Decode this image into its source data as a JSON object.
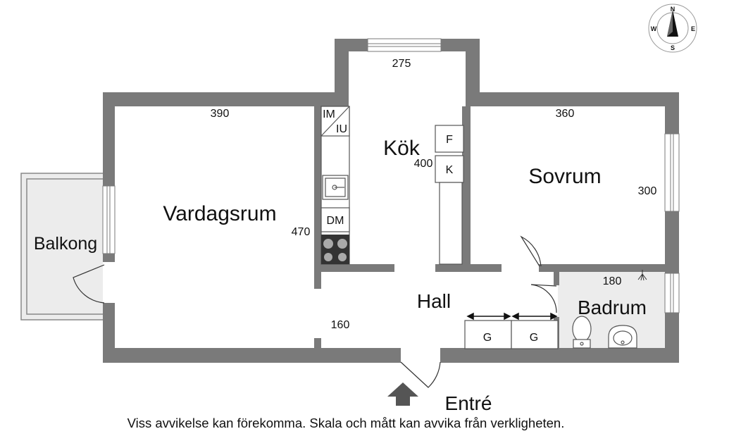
{
  "rooms": {
    "balkong": "Balkong",
    "vardagsrum": "Vardagsrum",
    "kok": "Kök",
    "sovrum": "Sovrum",
    "hall": "Hall",
    "badrum": "Badrum"
  },
  "dimensions": {
    "vardagsrum_width": "390",
    "vardagsrum_depth": "470",
    "kok_width": "275",
    "kok_depth": "400",
    "sovrum_width": "360",
    "sovrum_depth": "300",
    "badrum_width": "180",
    "hall_width": "160"
  },
  "fixtures": {
    "im": "IM",
    "iu": "IU",
    "dm": "DM",
    "fridge": "F",
    "freezer": "K",
    "wardrobe_1": "G",
    "wardrobe_2": "G"
  },
  "entrance": "Entré",
  "compass": {
    "n": "N",
    "e": "E",
    "s": "S",
    "w": "W"
  },
  "disclaimer": "Viss avvikelse kan förekomma. Skala och mått kan avvika från verkligheten.",
  "colors": {
    "wall": "#7a7a7a",
    "wet_room": "#ececec",
    "balcony": "#ececec"
  }
}
